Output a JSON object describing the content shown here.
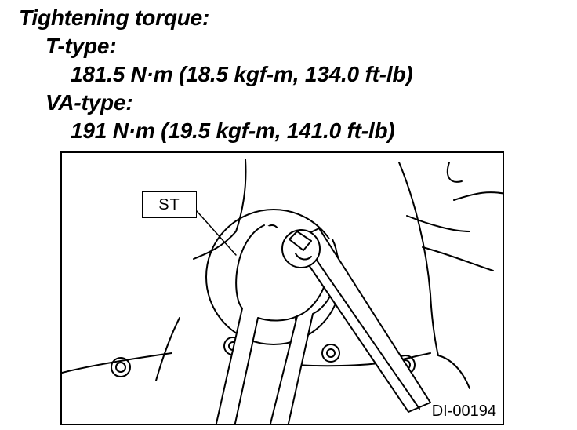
{
  "spec": {
    "heading": "Tightening torque:",
    "t_type_label": "T-type:",
    "t_type_value": "181.5 N·m (18.5 kgf-m, 134.0 ft-lb)",
    "va_type_label": "VA-type:",
    "va_type_value": "191 N·m (19.5 kgf-m, 141.0 ft-lb)"
  },
  "figure": {
    "callout_label": "ST",
    "figure_id": "DI-00194"
  }
}
